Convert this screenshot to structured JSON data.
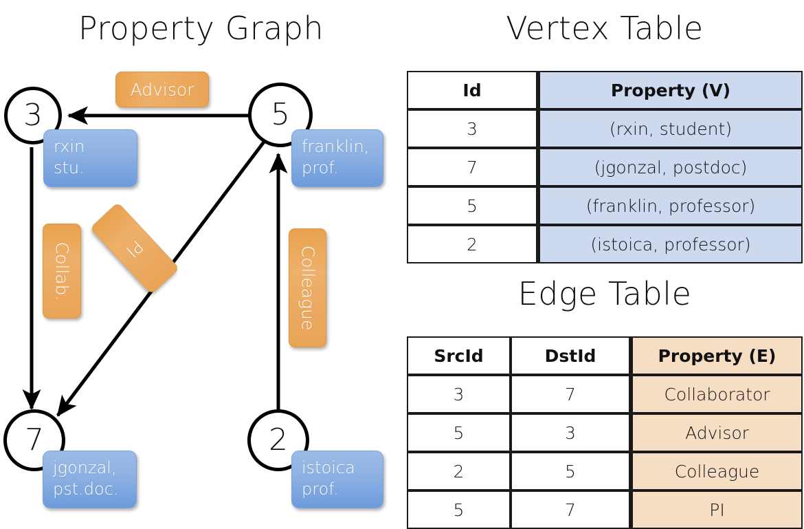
{
  "titles": {
    "property_graph": "Property Graph",
    "vertex_table": "Vertex Table",
    "edge_table": "Edge Table"
  },
  "graph": {
    "nodes": [
      {
        "id": "3",
        "property_line1": "rxin",
        "property_line2": "stu."
      },
      {
        "id": "5",
        "property_line1": "franklin,",
        "property_line2": "prof."
      },
      {
        "id": "7",
        "property_line1": "jgonzal,",
        "property_line2": "pst.doc."
      },
      {
        "id": "2",
        "property_line1": "istoica",
        "property_line2": "prof."
      }
    ],
    "edge_labels": [
      {
        "name": "advisor",
        "text": "Advisor"
      },
      {
        "name": "collab",
        "text": "Collab."
      },
      {
        "name": "pi",
        "text": "PI"
      },
      {
        "name": "colleague",
        "text": "Colleague"
      }
    ],
    "edges": [
      {
        "src": "5",
        "dst": "3",
        "label": "Advisor"
      },
      {
        "src": "3",
        "dst": "7",
        "label": "Collab."
      },
      {
        "src": "5",
        "dst": "7",
        "label": "PI"
      },
      {
        "src": "2",
        "dst": "5",
        "label": "Colleague"
      }
    ]
  },
  "vertex_table": {
    "headers": [
      "Id",
      "Property (V)"
    ],
    "rows": [
      {
        "id": "3",
        "property": "(rxin, student)"
      },
      {
        "id": "7",
        "property": "(jgonzal, postdoc)"
      },
      {
        "id": "5",
        "property": "(franklin, professor)"
      },
      {
        "id": "2",
        "property": "(istoica, professor)"
      }
    ]
  },
  "edge_table": {
    "headers": [
      "SrcId",
      "DstId",
      "Property (E)"
    ],
    "rows": [
      {
        "src": "3",
        "dst": "7",
        "property": "Collaborator"
      },
      {
        "src": "5",
        "dst": "3",
        "property": "Advisor"
      },
      {
        "src": "2",
        "dst": "5",
        "property": "Colleague"
      },
      {
        "src": "5",
        "dst": "7",
        "property": "PI"
      }
    ]
  },
  "colors": {
    "vertex_property_fill": "#ccd9ef",
    "edge_property_fill": "#f6dec4",
    "node_property_box": "#8fb2e3",
    "edge_label_box": "#eeb06a",
    "stroke": "#000000"
  }
}
